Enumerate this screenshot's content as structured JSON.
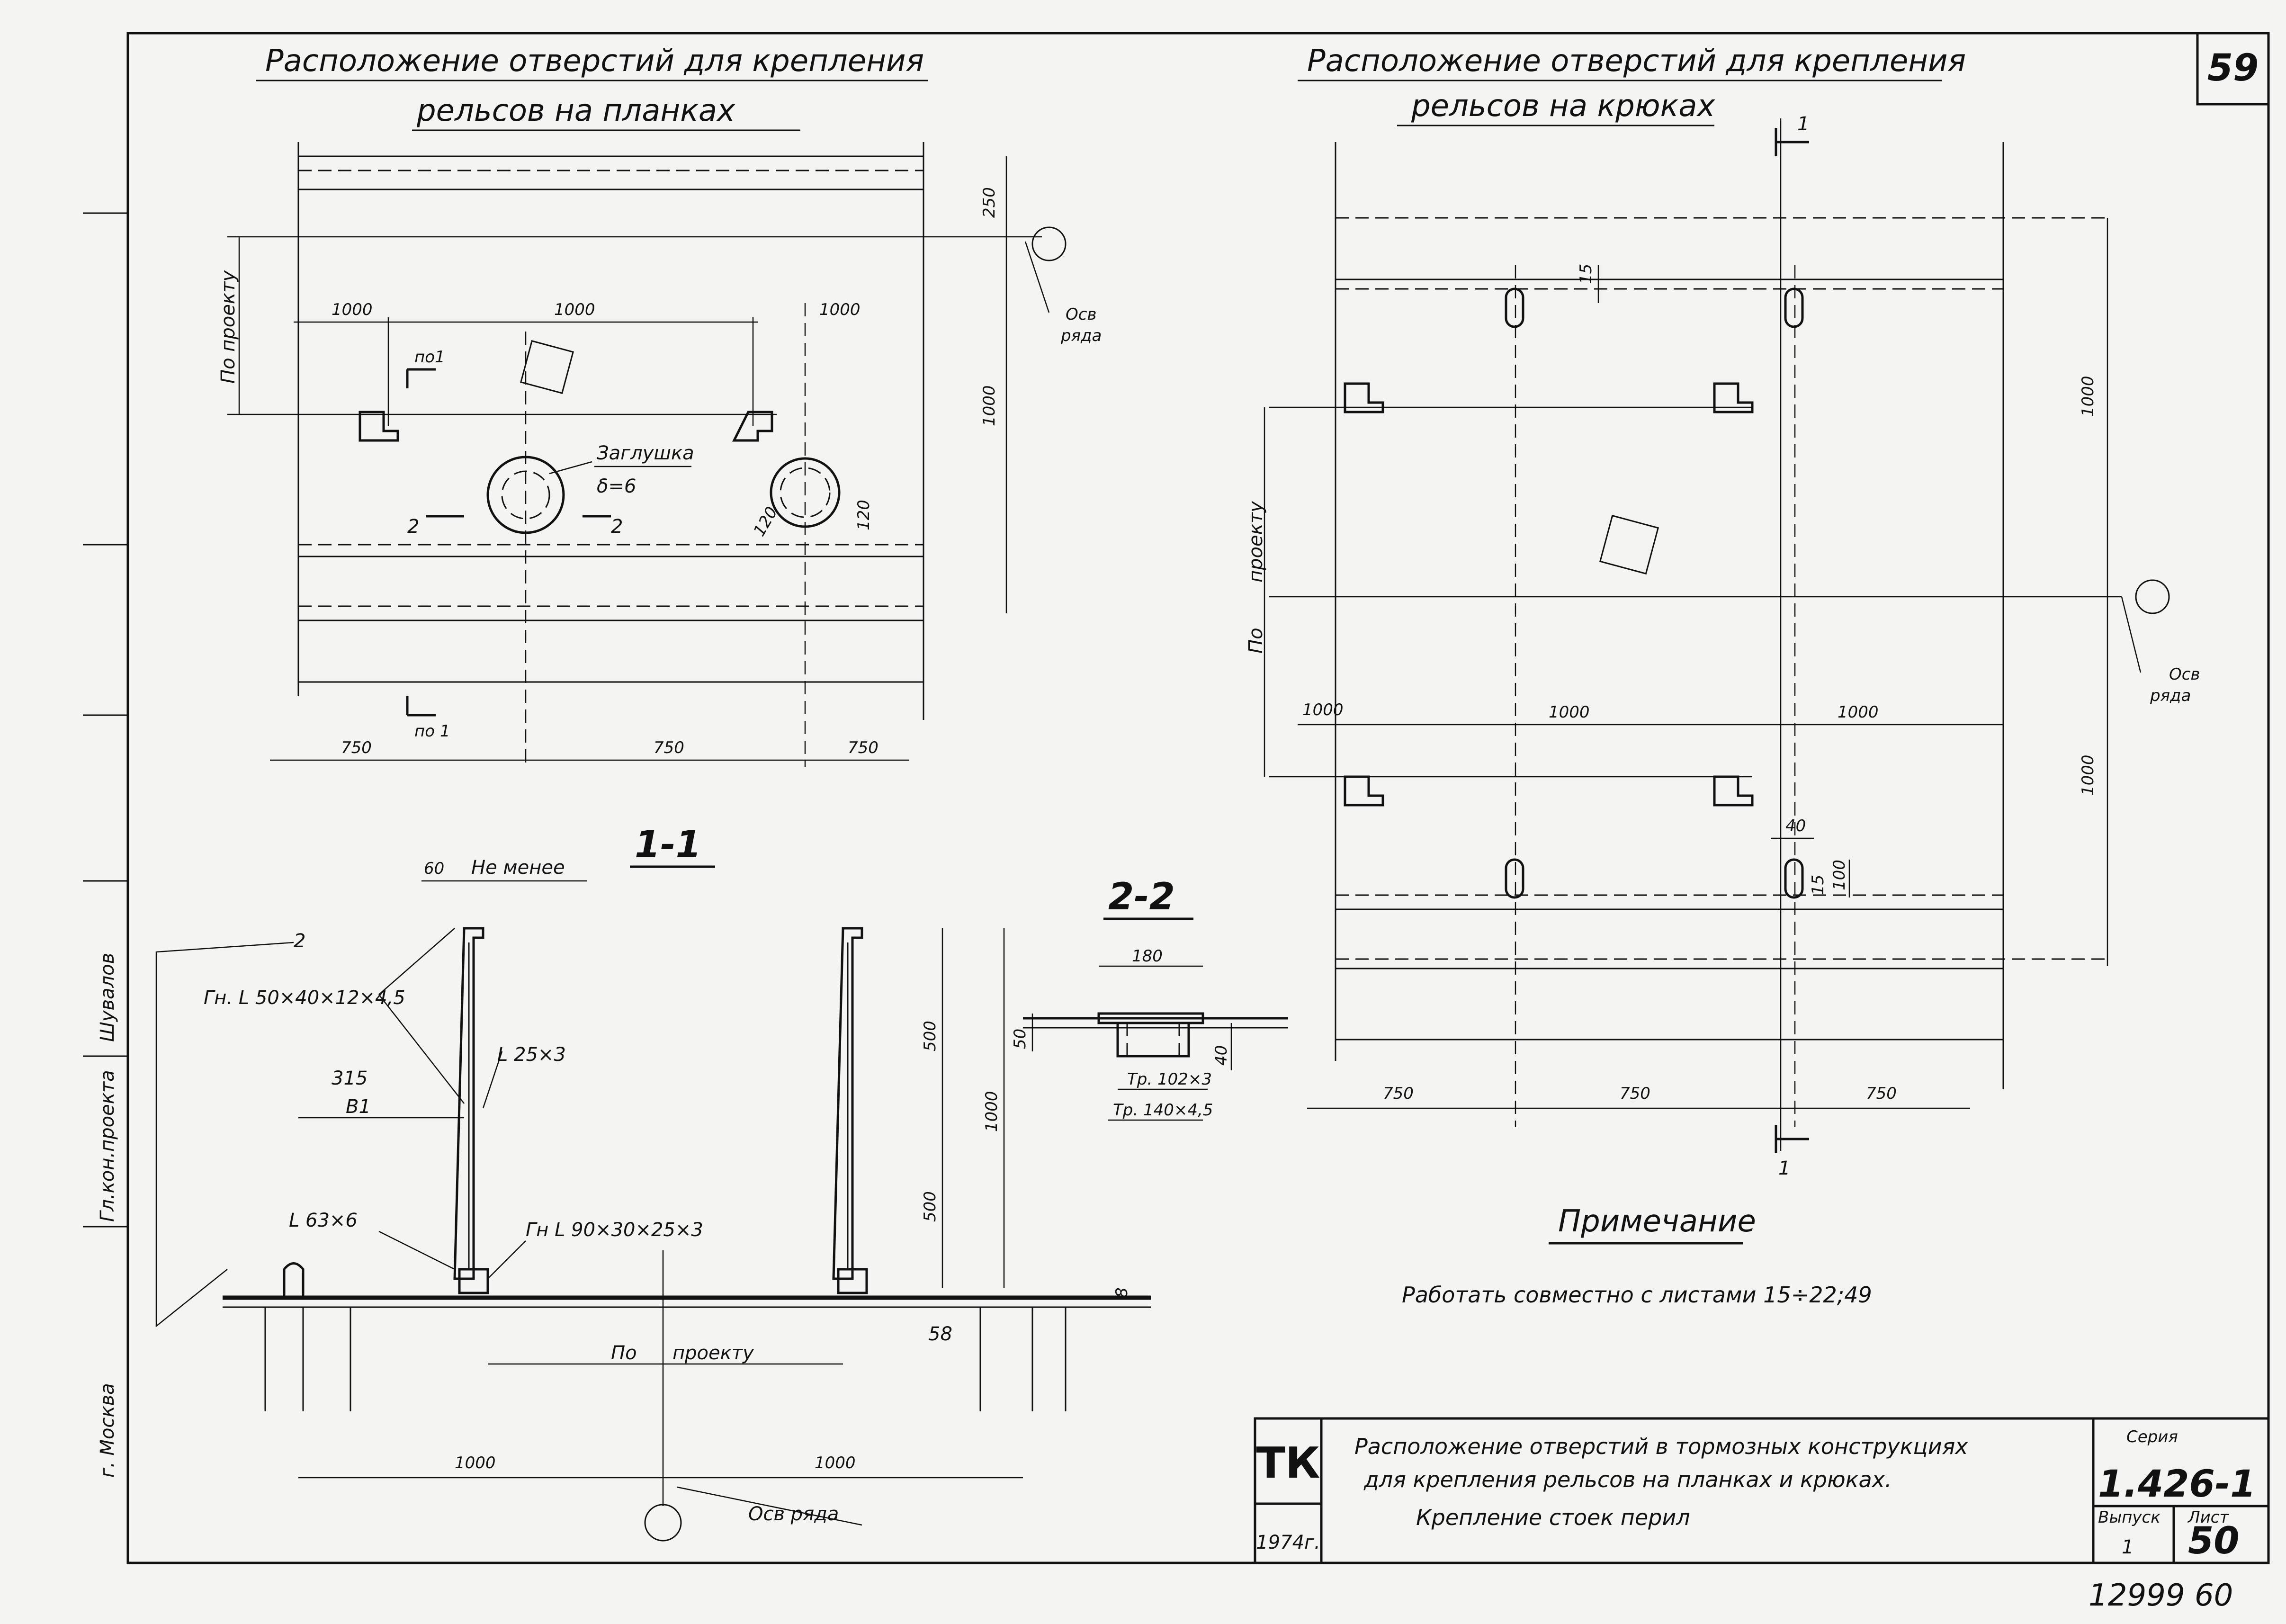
{
  "sheet_number": "59",
  "left_plan": {
    "title_line1": "Расположение отверстий для крепления",
    "title_line2": "рельсов на планках",
    "dims_top": [
      "1000",
      "1000",
      "1000"
    ],
    "dims_bottom": [
      "750",
      "750",
      "750"
    ],
    "dims_right": [
      "250",
      "1000"
    ],
    "label_side": "По проекту",
    "axis_label_1": "Осв",
    "axis_label_2": "ряда",
    "plug_label": "Заглушка",
    "plug_thickness": "δ=6",
    "hole_dia_1": "120",
    "hole_dia_2": "120",
    "section_mark_top": "по1",
    "section_mark_bottom": "по 1",
    "section_2_left": "2",
    "section_2_right": "2"
  },
  "right_plan": {
    "title_line1": "Расположение отверстий для крепления",
    "title_line2": "рельсов на крюках",
    "dims_top": [
      "1000",
      "1000",
      "1000"
    ],
    "dims_bottom": [
      "750",
      "750",
      "750"
    ],
    "dims_right": [
      "1000",
      "1000"
    ],
    "dim_slot_1": "15",
    "dim_slot_2": "40",
    "dim_slot_3": "15",
    "dim_slot_4": "100",
    "label_side_1": "По",
    "label_side_2": "проекту",
    "axis_label_1": "Осв",
    "axis_label_2": "ряда",
    "section_mark": "1"
  },
  "section_1_1": {
    "title": "1-1",
    "not_less": "Не менее",
    "not_less_dim": "60",
    "angle_top": "Гн. L 50×40×12×4,5",
    "angle_small": "L 25×3",
    "angle_base": "L 63×6",
    "angle_bottom": "Гн L 90×30×25×3",
    "b1_value": "315",
    "b1_label": "B1",
    "dims_vertical": [
      "500",
      "500",
      "1000"
    ],
    "dim_58": "58",
    "dim_8": "8",
    "label_project_1": "По",
    "label_project_2": "проекту",
    "dims_bottom": [
      "1000",
      "1000"
    ],
    "axis_label": "Осв ряда",
    "mark_2": "2"
  },
  "section_2_2": {
    "title": "2-2",
    "dim_180": "180",
    "dim_50": "50",
    "dim_40": "40",
    "pipe_1": "Тр. 102×3",
    "pipe_2": "Тр. 140×4,5"
  },
  "note": {
    "title": "Примечание",
    "text": "Работать совместно с листами 15÷22;49"
  },
  "stamp": {
    "org": "ТК",
    "year": "1974г.",
    "title_line1": "Расположение отверстий в тормозных конструкциях",
    "title_line2": "для крепления рельсов на планках и крюках.",
    "title_line3": "Крепление стоек перил",
    "series_label": "Серия",
    "series_value": "1.426-1",
    "issue_label": "Выпуск",
    "issue_value": "1",
    "sheet_label": "Лист",
    "sheet_value": "50",
    "archive_number": "12999 60"
  },
  "side_margin": {
    "labels": [
      "Шувалов",
      "Гл.кон.проекта",
      "г. Москва"
    ]
  }
}
